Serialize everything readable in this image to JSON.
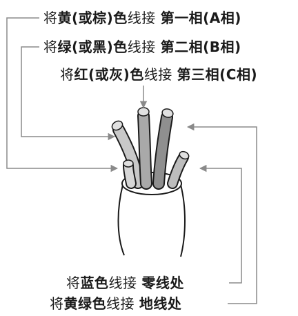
{
  "labels": {
    "phase_a": {
      "prefix": "将",
      "color": "黄(或棕)色",
      "mid": "线接",
      "target": "第一相(A相)"
    },
    "phase_b": {
      "prefix": "将",
      "color": "绿(或黑)色",
      "mid": "线接",
      "target": "第二相(B相)"
    },
    "phase_c": {
      "prefix": "将",
      "color": "红(或灰)色",
      "mid": "线接",
      "target": "第三相(C相)"
    },
    "neutral": {
      "prefix": "将",
      "color": "蓝色",
      "mid": "线接",
      "target": "零线处"
    },
    "ground": {
      "prefix": "将",
      "color": "黄绿色",
      "mid": "线接",
      "target": "地线处"
    }
  },
  "colors": {
    "line": "#8a8a8a",
    "text": "#1a1a1a",
    "wire_light": "#c8c8c8",
    "wire_mid": "#a9a9a9",
    "wire_dark": "#8f8f8f",
    "copper": "#e0e0e0"
  }
}
